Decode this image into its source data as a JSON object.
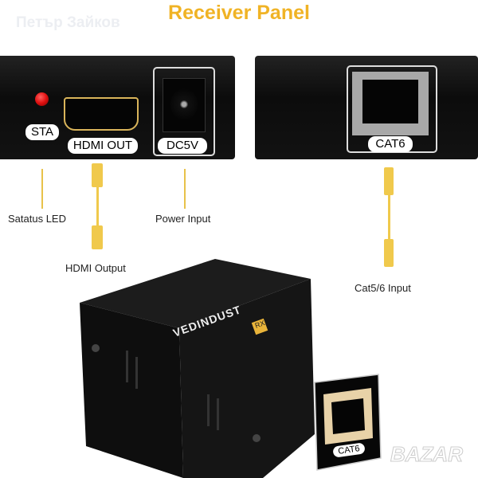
{
  "title": "Receiver Panel",
  "watermark": "Петър Зайков",
  "left_panel": {
    "sta": "STA",
    "hdmi_out": "HDMI OUT",
    "dc5v": "DC5V"
  },
  "right_panel": {
    "cat6": "CAT6"
  },
  "callouts": {
    "status_led": "Satatus LED",
    "hdmi_output": "HDMI Output",
    "power_input": "Power Input",
    "cat_input": "Cat5/6  Input"
  },
  "device": {
    "brand": "VEDINDUST",
    "badge": "RX",
    "port_label": "CAT6"
  },
  "site_logo": "BAZAR",
  "colors": {
    "accent": "#f0b325",
    "led": "#e01010"
  }
}
